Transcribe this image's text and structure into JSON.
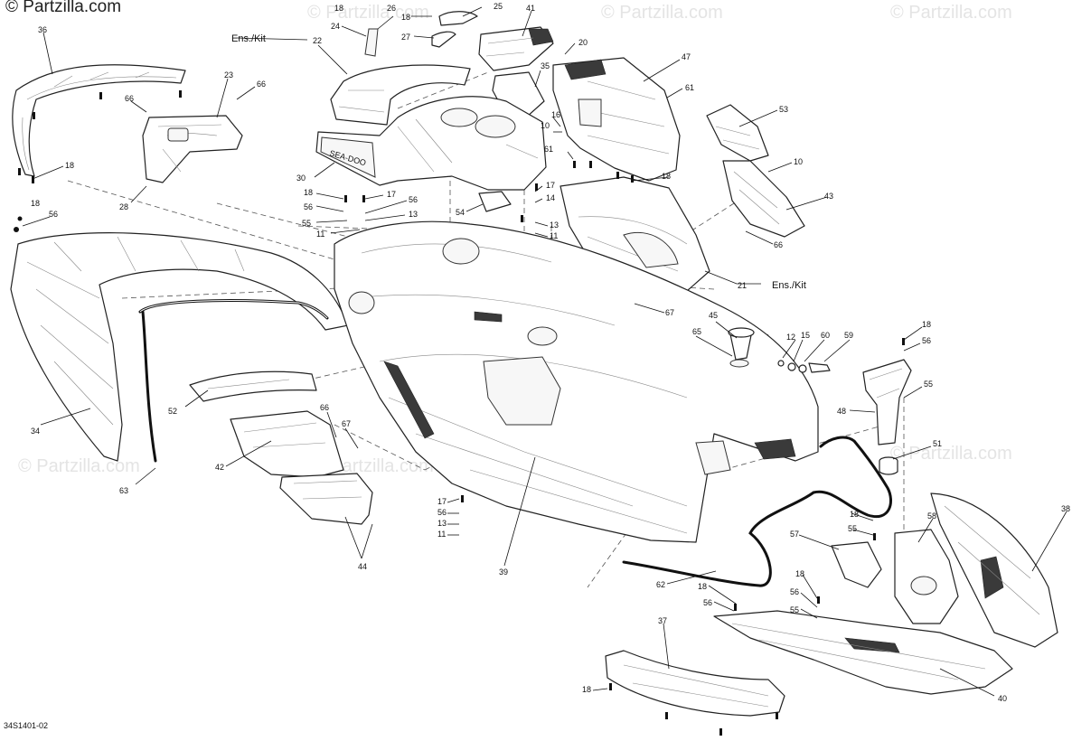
{
  "header": {
    "watermark": "© Partzilla.com"
  },
  "diagram": {
    "code": "34S1401-02",
    "kit_label": "Ens./Kit",
    "brand_text": "SEA-DOO",
    "callouts": [
      {
        "id": "c-36",
        "text": "36"
      },
      {
        "id": "c-23",
        "text": "23"
      },
      {
        "id": "c-66a",
        "text": "66"
      },
      {
        "id": "c-66b",
        "text": "66"
      },
      {
        "id": "c-18a",
        "text": "18"
      },
      {
        "id": "c-28",
        "text": "28"
      },
      {
        "id": "c-18b",
        "text": "18"
      },
      {
        "id": "c-56a",
        "text": "56"
      },
      {
        "id": "c-22",
        "text": "22"
      },
      {
        "id": "c-24",
        "text": "24"
      },
      {
        "id": "c-18c",
        "text": "18"
      },
      {
        "id": "c-26",
        "text": "26"
      },
      {
        "id": "c-18d",
        "text": "18"
      },
      {
        "id": "c-25",
        "text": "25"
      },
      {
        "id": "c-27",
        "text": "27"
      },
      {
        "id": "c-41",
        "text": "41"
      },
      {
        "id": "c-35",
        "text": "35"
      },
      {
        "id": "c-20",
        "text": "20"
      },
      {
        "id": "c-47",
        "text": "47"
      },
      {
        "id": "c-61a",
        "text": "61"
      },
      {
        "id": "c-16",
        "text": "16"
      },
      {
        "id": "c-10a",
        "text": "10"
      },
      {
        "id": "c-61b",
        "text": "61"
      },
      {
        "id": "c-53",
        "text": "53"
      },
      {
        "id": "c-10b",
        "text": "10"
      },
      {
        "id": "c-43",
        "text": "43"
      },
      {
        "id": "c-66c",
        "text": "66"
      },
      {
        "id": "c-18e",
        "text": "18"
      },
      {
        "id": "c-30",
        "text": "30"
      },
      {
        "id": "c-18f",
        "text": "18"
      },
      {
        "id": "c-17a",
        "text": "17"
      },
      {
        "id": "c-56b",
        "text": "56"
      },
      {
        "id": "c-56c",
        "text": "56"
      },
      {
        "id": "c-13a",
        "text": "13"
      },
      {
        "id": "c-55a",
        "text": "55"
      },
      {
        "id": "c-11a",
        "text": "11"
      },
      {
        "id": "c-54",
        "text": "54"
      },
      {
        "id": "c-17b",
        "text": "17"
      },
      {
        "id": "c-14",
        "text": "14"
      },
      {
        "id": "c-13b",
        "text": "13"
      },
      {
        "id": "c-11b",
        "text": "11"
      },
      {
        "id": "c-21",
        "text": "21"
      },
      {
        "id": "c-67a",
        "text": "67"
      },
      {
        "id": "c-45",
        "text": "45"
      },
      {
        "id": "c-65",
        "text": "65"
      },
      {
        "id": "c-12",
        "text": "12"
      },
      {
        "id": "c-15",
        "text": "15"
      },
      {
        "id": "c-60",
        "text": "60"
      },
      {
        "id": "c-59",
        "text": "59"
      },
      {
        "id": "c-18g",
        "text": "18"
      },
      {
        "id": "c-56d",
        "text": "56"
      },
      {
        "id": "c-55b",
        "text": "55"
      },
      {
        "id": "c-48",
        "text": "48"
      },
      {
        "id": "c-51",
        "text": "51"
      },
      {
        "id": "c-34",
        "text": "34"
      },
      {
        "id": "c-52",
        "text": "52"
      },
      {
        "id": "c-66d",
        "text": "66"
      },
      {
        "id": "c-67b",
        "text": "67"
      },
      {
        "id": "c-42",
        "text": "42"
      },
      {
        "id": "c-63",
        "text": "63"
      },
      {
        "id": "c-44",
        "text": "44"
      },
      {
        "id": "c-17c",
        "text": "17"
      },
      {
        "id": "c-56e",
        "text": "56"
      },
      {
        "id": "c-13c",
        "text": "13"
      },
      {
        "id": "c-11c",
        "text": "11"
      },
      {
        "id": "c-39",
        "text": "39"
      },
      {
        "id": "c-18h",
        "text": "18"
      },
      {
        "id": "c-58",
        "text": "58"
      },
      {
        "id": "c-38",
        "text": "38"
      },
      {
        "id": "c-55c",
        "text": "55"
      },
      {
        "id": "c-57",
        "text": "57"
      },
      {
        "id": "c-62",
        "text": "62"
      },
      {
        "id": "c-18i",
        "text": "18"
      },
      {
        "id": "c-56f",
        "text": "56"
      },
      {
        "id": "c-18j",
        "text": "18"
      },
      {
        "id": "c-56g",
        "text": "56"
      },
      {
        "id": "c-55d",
        "text": "55"
      },
      {
        "id": "c-37",
        "text": "37"
      },
      {
        "id": "c-18k",
        "text": "18"
      },
      {
        "id": "c-40",
        "text": "40"
      }
    ]
  }
}
